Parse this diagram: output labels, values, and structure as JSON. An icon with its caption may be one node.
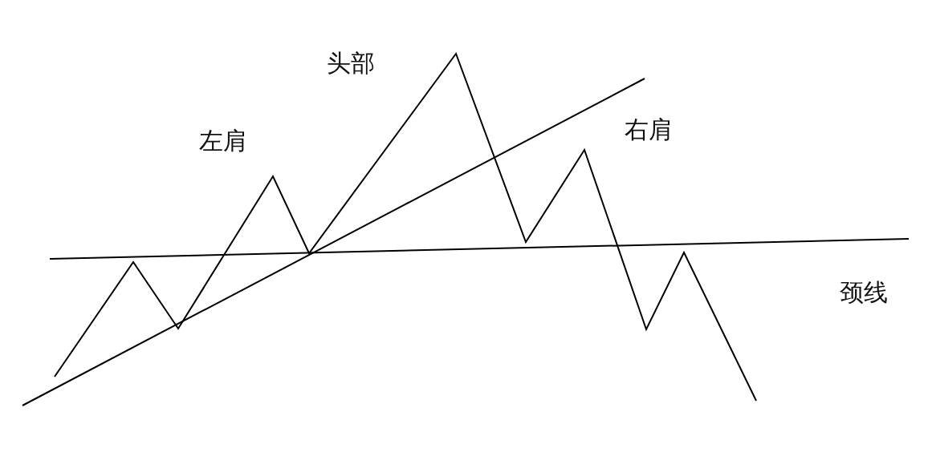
{
  "diagram": {
    "labels": [
      "头部",
      "左肩",
      "右肩",
      "颈线"
    ]
  }
}
